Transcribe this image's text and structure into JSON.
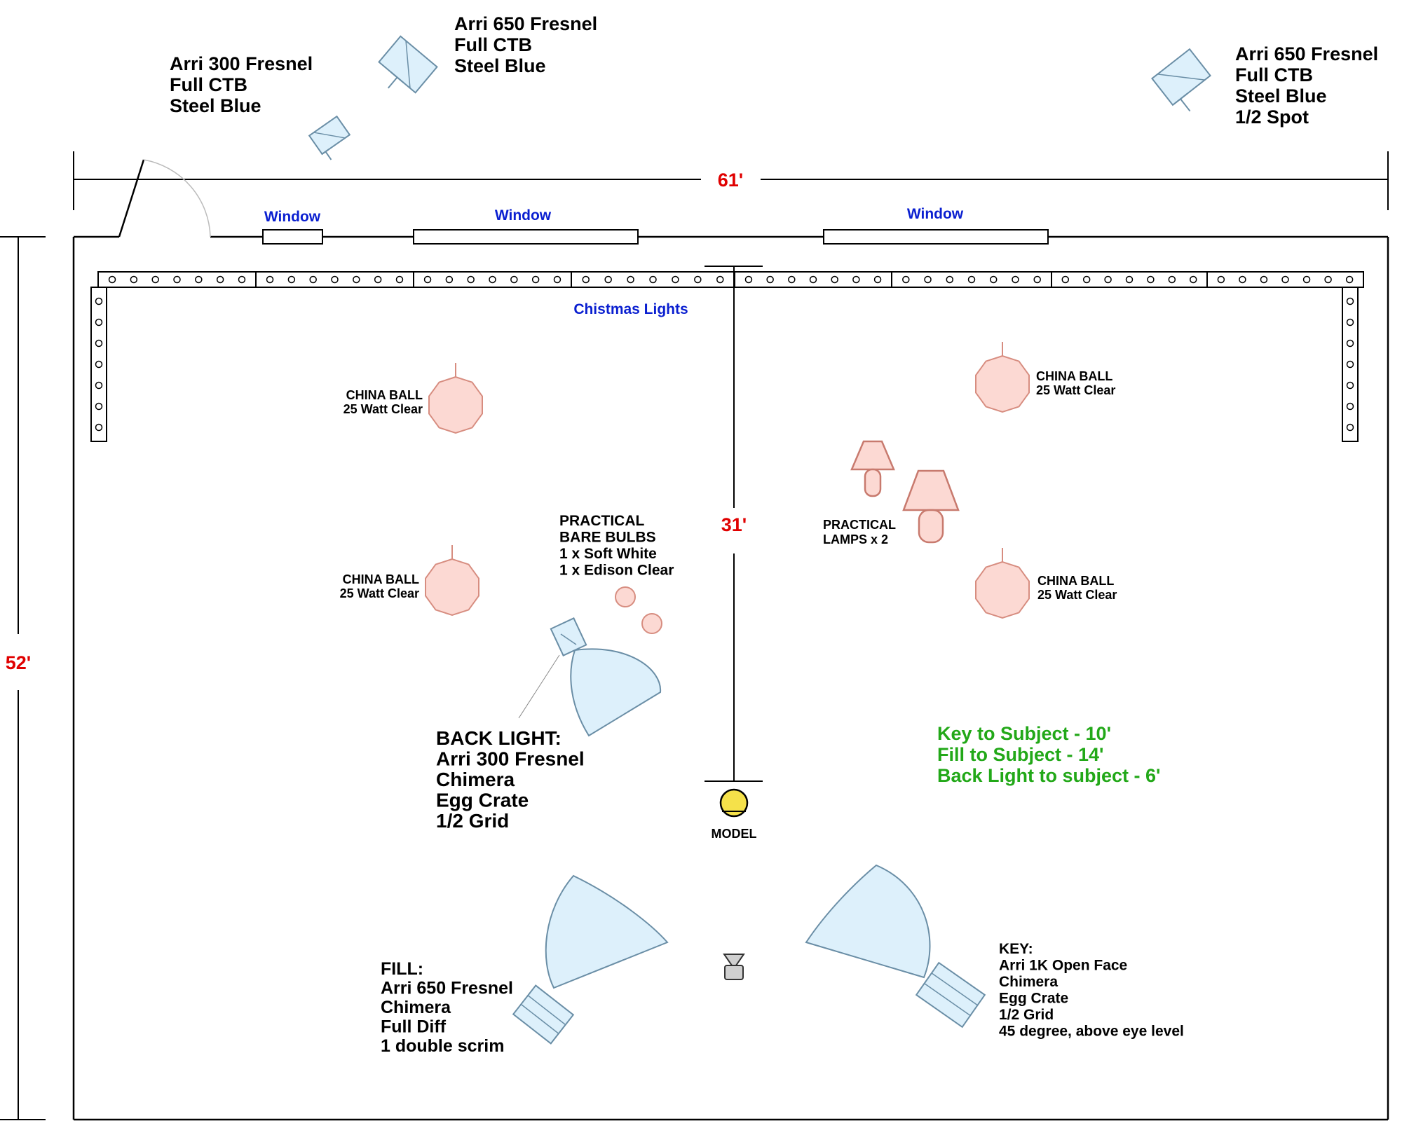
{
  "labels": {
    "arri300_top": [
      "Arri 300 Fresnel",
      "Full CTB",
      "Steel Blue"
    ],
    "arri650_top": [
      "Arri 650 Fresnel",
      "Full CTB",
      "Steel Blue"
    ],
    "arri650_right": [
      "Arri 650 Fresnel",
      "Full CTB",
      "Steel Blue",
      "1/2 Spot"
    ],
    "window": "Window",
    "christmas": "Chistmas Lights",
    "china_ball": [
      "CHINA BALL",
      "25 Watt Clear"
    ],
    "practical_bulbs": [
      "PRACTICAL",
      "BARE BULBS",
      "1 x Soft White",
      "1 x Edison Clear"
    ],
    "practical_lamps": [
      "PRACTICAL",
      "LAMPS x 2"
    ],
    "back_light": [
      "BACK LIGHT:",
      "Arri 300 Fresnel",
      "Chimera",
      "Egg Crate",
      "1/2 Grid"
    ],
    "model": "MODEL",
    "fill": [
      "FILL:",
      "Arri 650 Fresnel",
      "Chimera",
      "Full Diff",
      "1 double scrim"
    ],
    "key": [
      "KEY:",
      "Arri 1K Open Face",
      "Chimera",
      "Egg Crate",
      "1/2 Grid",
      "45 degree, above eye level"
    ],
    "distances": [
      "Key to Subject - 10'",
      "Fill to Subject - 14'",
      "Back Light to subject - 6'"
    ]
  },
  "dimensions": {
    "width": "61'",
    "depth": "52'",
    "center": "31'"
  },
  "colors": {
    "dimension_text": "#e00000",
    "window_text": "#0a1fd0",
    "distance_text": "#22a818",
    "practical_fill": "#fcd9d3",
    "practical_stroke": "#d78d80",
    "fixture_fill": "#ddf0fb",
    "fixture_stroke": "#6a8ea6",
    "model_fill": "#f5e14a",
    "line": "#000000"
  }
}
